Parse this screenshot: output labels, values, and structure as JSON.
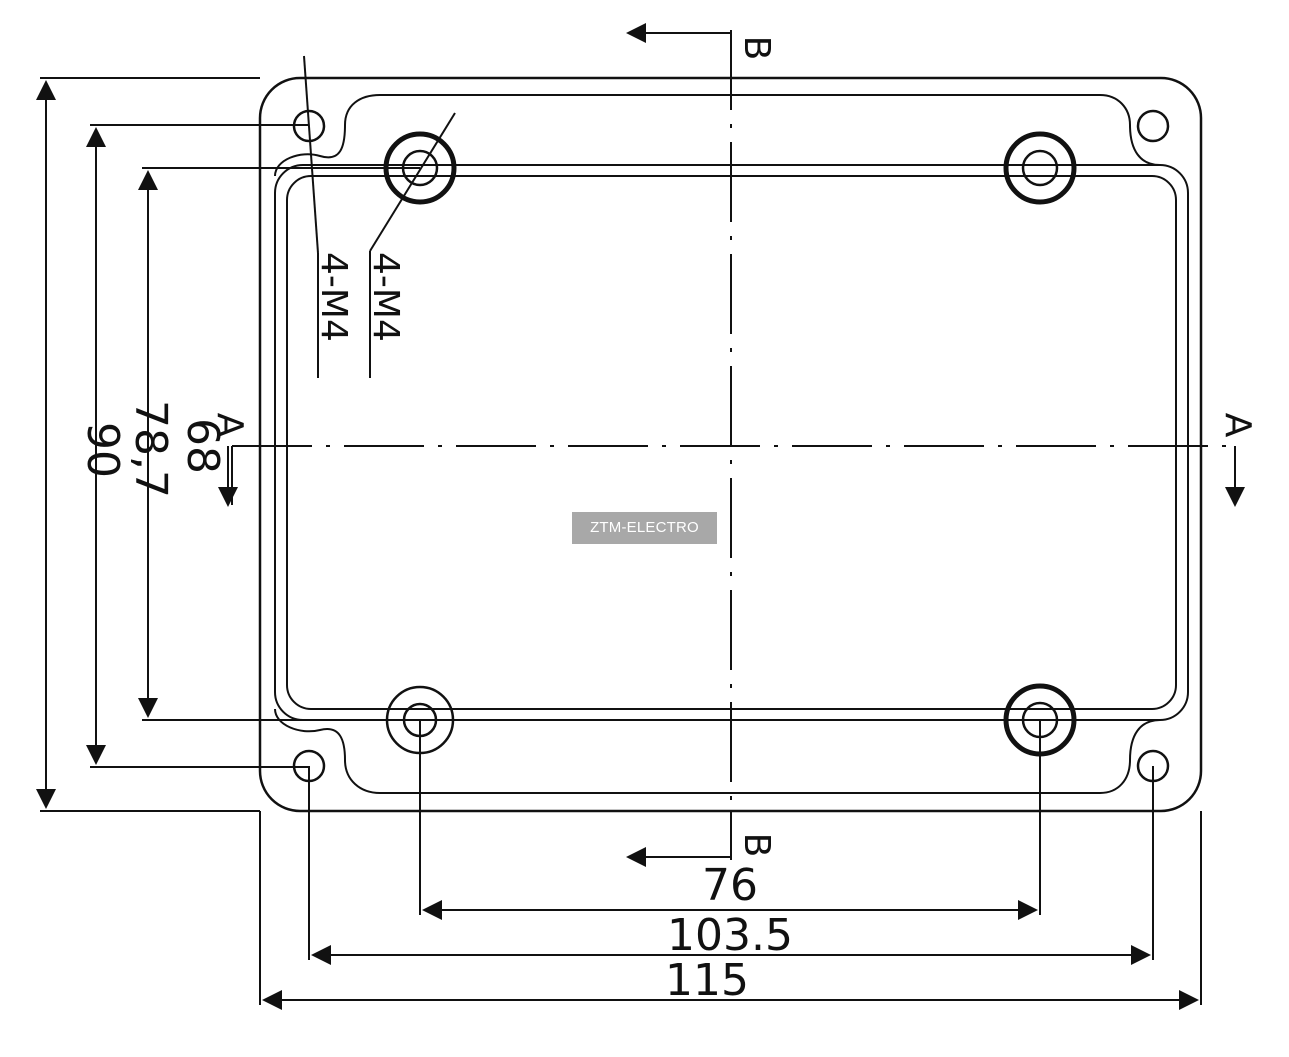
{
  "dimensions": {
    "width_overall": "115",
    "width_mount_holes": "103.5",
    "width_screw_bosses": "76",
    "height_overall": "90",
    "height_mount_holes": "78,7",
    "height_screw_bosses": "68"
  },
  "labels": {
    "thread_callout_1": "4-M4",
    "thread_callout_2": "4-M4"
  },
  "sections": {
    "a_left": "A",
    "a_right": "A",
    "b_top": "B",
    "b_bottom": "B"
  },
  "watermark": "ZTM-ELECTRO",
  "colors": {
    "line": "#111111",
    "watermark_bg": "#a8a8a8",
    "watermark_text": "#ffffff"
  }
}
